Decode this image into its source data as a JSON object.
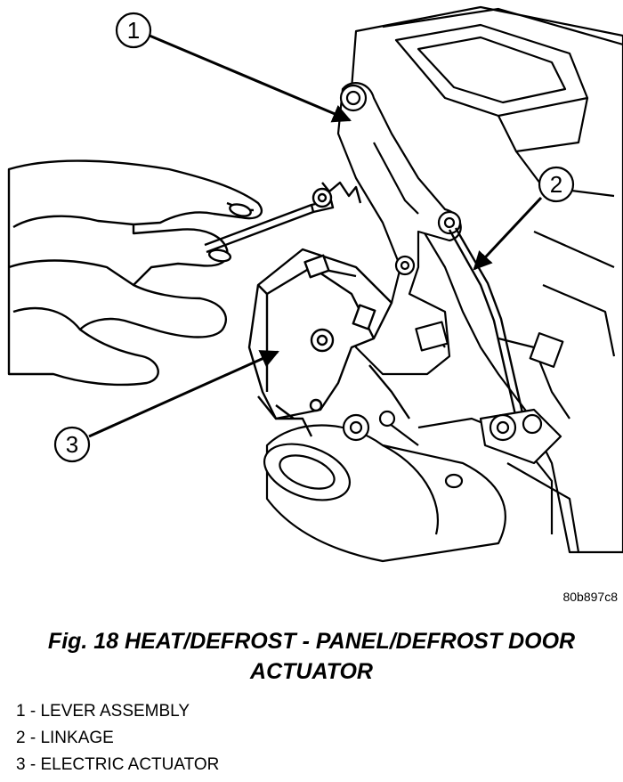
{
  "figure": {
    "code": "80b897c8",
    "caption_line1": "Fig. 18 HEAT/DEFROST - PANEL/DEFROST DOOR",
    "caption_line2": "ACTUATOR"
  },
  "callouts": [
    {
      "number": "1",
      "label": "LEVER ASSEMBLY"
    },
    {
      "number": "2",
      "label": "LINKAGE"
    },
    {
      "number": "3",
      "label": "ELECTRIC ACTUATOR"
    }
  ],
  "legend": [
    "1 - LEVER ASSEMBLY",
    "2 - LINKAGE",
    "3 - ELECTRIC ACTUATOR"
  ]
}
